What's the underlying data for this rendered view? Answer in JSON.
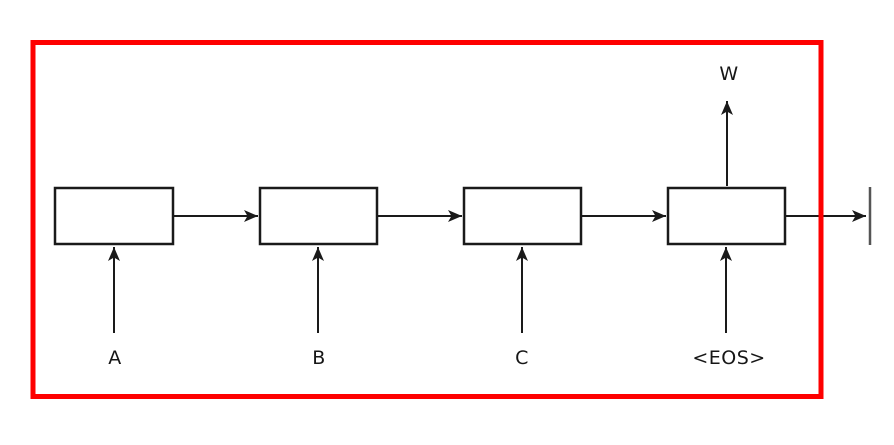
{
  "diagram": {
    "inputs": [
      "A",
      "B",
      "C",
      "<EOS>"
    ],
    "output": "W",
    "colors": {
      "frame": "#fe0000",
      "line": "#1a1a1a",
      "box_stroke": "#1a1a1a",
      "box_fill": "#ffffff",
      "tick": "#555555"
    }
  }
}
